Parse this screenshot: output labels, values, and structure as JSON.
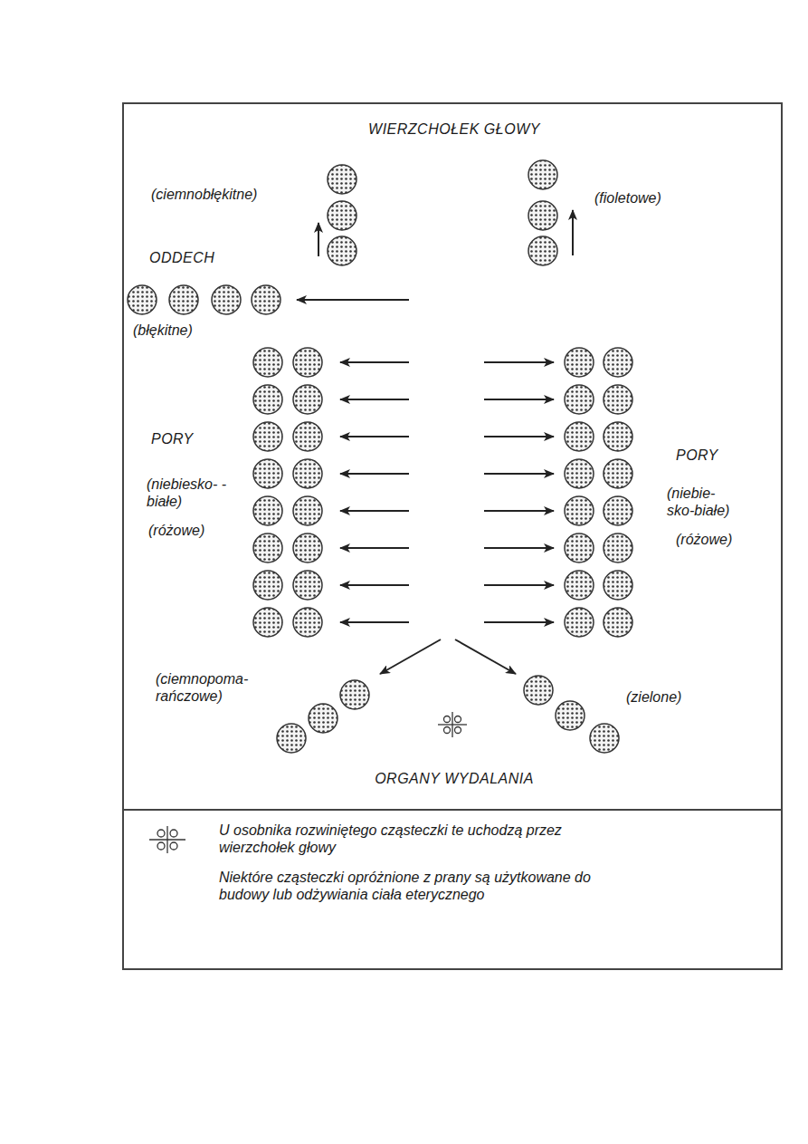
{
  "diagram": {
    "nodes": [
      {
        "text": [
          "WIERZCHOŁEK GŁOWY",
          "(ciemnobłękitne)",
          "(fioletowe)",
          "ODDECH",
          "(błękitne)",
          "PORY",
          "PORY",
          "(niebiesko- -białe)",
          "(niebie- sko-białe)",
          "(różowe)",
          "(różowe)",
          "(ciemnopoma- rańczowe)",
          "(zielone)",
          "ORGANY WYDALANIA"
        ]
      },
      {
        "text": [
          "U osobnika rozwiniętego cząsteczki te uchodzą przez wierzchołek głowy",
          "Niektóre cząsteczki opróżnione z prany są użytkowane do budowy lub odżywiania ciała eterycznego"
        ]
      }
    ]
  }
}
